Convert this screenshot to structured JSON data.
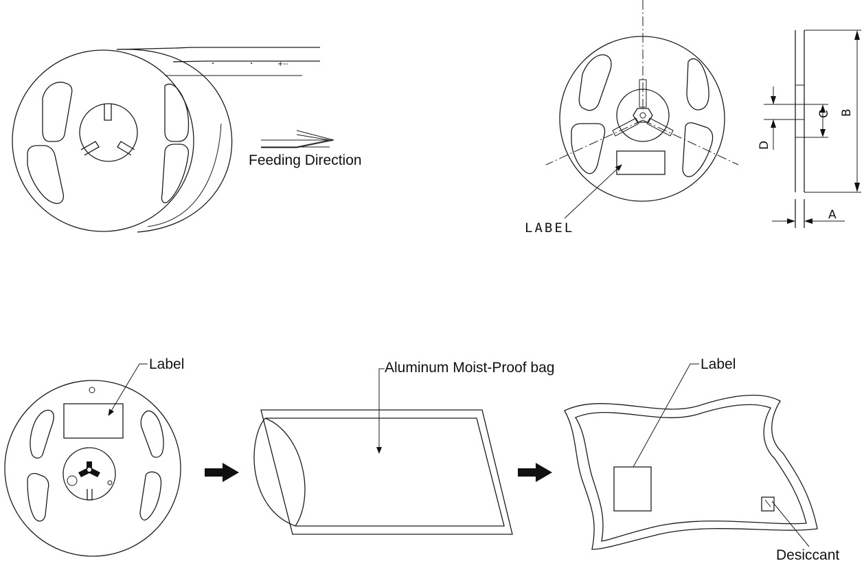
{
  "reel_feeding": {
    "feeding_direction": "Feeding Direction"
  },
  "reel_dimensions": {
    "label": "LABEL",
    "dim_a": "A",
    "dim_b": "B",
    "dim_c": "C",
    "dim_d": "D"
  },
  "packing_steps": {
    "reel_label": "Label",
    "bag_label": "Aluminum Moist-Proof bag",
    "sealed_label": "Label",
    "desiccant": "Desiccant"
  },
  "colors": {
    "line": "#1a1a1a",
    "background": "#ffffff"
  }
}
